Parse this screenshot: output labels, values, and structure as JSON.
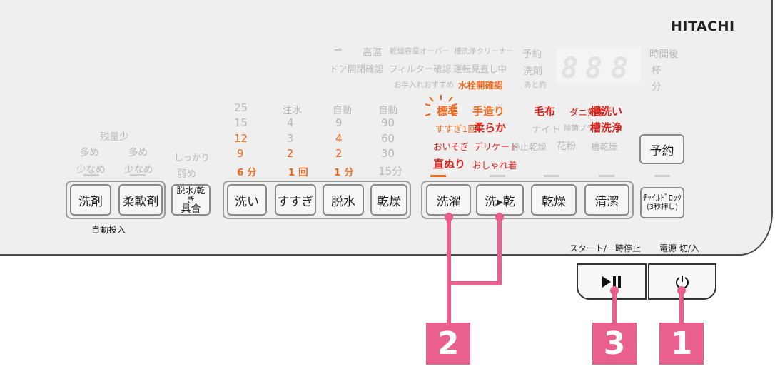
{
  "brand": "HITACHI",
  "lcd": {
    "digits": [
      "8",
      "8",
      "8"
    ]
  },
  "units": [
    "時間後",
    "杯",
    "分"
  ],
  "indicators": {
    "key_glyph": "⊸",
    "row1": [
      "高温",
      "乾燥容量オーバー",
      "槽洗浄クリーナー",
      "予約"
    ],
    "row2": [
      "ドア開閉確認",
      "フィルター確認",
      "運転見直し中",
      "洗剤"
    ],
    "row3": [
      "お手入れおすすめ",
      "水栓開確認",
      "あと約"
    ]
  },
  "detergent_levels": {
    "remaining_low": "残量少",
    "more": [
      "多め",
      "多め"
    ],
    "less": [
      "少なめ",
      "少なめ"
    ],
    "firm": "しっかり",
    "weak": "弱め"
  },
  "wash_col": [
    "25",
    "15",
    "12",
    "9",
    "6 分"
  ],
  "rinse_col": [
    "注水",
    "4",
    "3",
    "2",
    "1 回"
  ],
  "spin_col": [
    "自動",
    "9",
    "4",
    "2",
    "1 分"
  ],
  "dry_col": [
    "自動",
    "90",
    "60",
    "30",
    "15分"
  ],
  "courses": {
    "row1": [
      "標準",
      "手造り",
      "毛布",
      "ダニ対策",
      "槽洗い"
    ],
    "row2": [
      "すすぎ1回",
      "柔らか",
      "ナイト",
      "除菌プラス",
      "槽洗浄"
    ],
    "row3": [
      "おいそぎ",
      "デリケート",
      "静止乾燥",
      "花粉",
      "槽乾燥"
    ],
    "row4": [
      "直ぬり",
      "おしゃれ着"
    ]
  },
  "buttons": {
    "detergent": "洗剤",
    "softener": "柔軟剤",
    "spin_dry_line1": "脱水/乾き",
    "spin_dry_line2": "具合",
    "wash": "洗い",
    "rinse": "すすぎ",
    "spin": "脱水",
    "dry1": "乾燥",
    "laundry": "洗濯",
    "wash_dry": "洗▸乾",
    "dry2": "乾燥",
    "clean": "清潔",
    "child_lock_line1": "ﾁｬｲﾙﾄﾞﾛｯｸ",
    "child_lock_line2": "(3秒押し)",
    "reserve": "予約"
  },
  "auto_dose_label": "自動投入",
  "start_pause_label": "スタート/一時停止",
  "power_label": "電源 切/入",
  "start_icon": "play-pause-icon",
  "power_icon": "power-icon",
  "markers": [
    "2",
    "3",
    "1"
  ],
  "colors": {
    "accent_orange": "#ee6a1f",
    "marker_pink": "#e95f8e",
    "course_red": "#d9231c"
  }
}
